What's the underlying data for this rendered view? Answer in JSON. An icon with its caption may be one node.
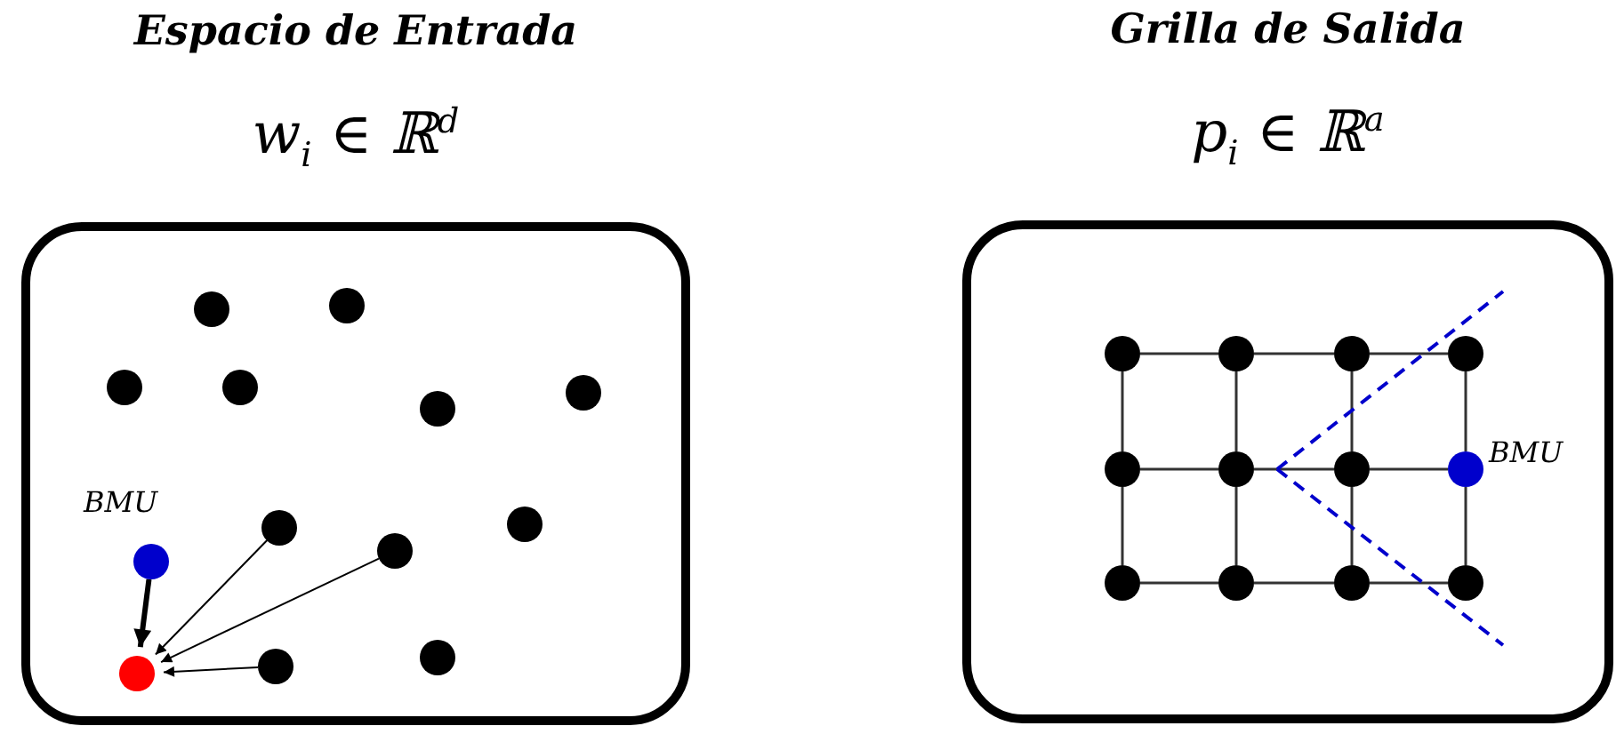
{
  "diagram": {
    "nodes": [
      {
        "text": [
          "Espacio de Entrada",
          "w$_{i}$ ∈ ℝ$^{d}$"
        ]
      },
      {
        "text": [],
        "shape": "circle",
        "in": 0
      },
      {
        "text": [],
        "shape": "circle",
        "in": 0
      },
      {
        "text": [],
        "shape": "circle",
        "in": 0
      },
      {
        "text": [],
        "shape": "circle",
        "in": 0
      },
      {
        "text": [],
        "shape": "circle",
        "in": 0
      },
      {
        "text": [],
        "shape": "circle",
        "in": 0
      },
      {
        "text": [],
        "shape": "circle",
        "in": 0
      },
      {
        "text": [],
        "shape": "circle",
        "in": 0
      },
      {
        "text": [],
        "shape": "circle",
        "in": 0
      },
      {
        "text": [],
        "shape": "circle",
        "in": 0,
        "beside": [
          "BMU"
        ]
      },
      {
        "text": [],
        "shape": "circle",
        "in": 0
      },
      {
        "text": [],
        "shape": "circle",
        "in": 0
      },
      {
        "text": [],
        "shape": "circle",
        "in": 0
      },
      {
        "text": [
          "Grilla de Salida",
          "p$_{i}$ ∈ ℝ$^{a}$"
        ]
      },
      {
        "text": [],
        "shape": "circle",
        "in": 14
      },
      {
        "text": [],
        "shape": "circle",
        "in": 14
      },
      {
        "text": [],
        "shape": "circle",
        "in": 14
      },
      {
        "text": [],
        "shape": "circle",
        "in": 14
      },
      {
        "text": [],
        "shape": "circle",
        "in": 14
      },
      {
        "text": [],
        "shape": "circle",
        "in": 14
      },
      {
        "text": [],
        "shape": "circle",
        "in": 14
      },
      {
        "text": [],
        "shape": "circle",
        "in": 14,
        "beside": [
          "BMU"
        ]
      },
      {
        "text": [],
        "shape": "circle",
        "in": 14
      },
      {
        "text": [],
        "shape": "circle",
        "in": 14
      },
      {
        "text": [],
        "shape": "circle",
        "in": 14
      },
      {
        "text": [],
        "shape": "circle",
        "in": 14
      }
    ],
    "edges": [
      {
        "from": 10,
        "to": 13,
        "arrow": "to",
        "style": "thick"
      },
      {
        "from": 8,
        "to": 13,
        "arrow": "to"
      },
      {
        "from": 9,
        "to": 13,
        "arrow": "to"
      },
      {
        "from": 12,
        "to": 13,
        "arrow": "to"
      },
      {
        "from": 15,
        "to": 16,
        "arrow": "none"
      },
      {
        "from": 16,
        "to": 17,
        "arrow": "none"
      },
      {
        "from": 17,
        "to": 18,
        "arrow": "none"
      },
      {
        "from": 19,
        "to": 20,
        "arrow": "none"
      },
      {
        "from": 20,
        "to": 21,
        "arrow": "none"
      },
      {
        "from": 21,
        "to": 22,
        "arrow": "none"
      },
      {
        "from": 23,
        "to": 24,
        "arrow": "none"
      },
      {
        "from": 24,
        "to": 25,
        "arrow": "none"
      },
      {
        "from": 25,
        "to": 26,
        "arrow": "none"
      },
      {
        "from": 15,
        "to": 19,
        "arrow": "none"
      },
      {
        "from": 19,
        "to": 23,
        "arrow": "none"
      },
      {
        "from": 16,
        "to": 20,
        "arrow": "none"
      },
      {
        "from": 20,
        "to": 24,
        "arrow": "none"
      },
      {
        "from": 17,
        "to": 21,
        "arrow": "none"
      },
      {
        "from": 21,
        "to": 25,
        "arrow": "none"
      },
      {
        "from": 18,
        "to": 22,
        "arrow": "none"
      },
      {
        "from": 22,
        "to": 26,
        "arrow": "none"
      }
    ]
  }
}
